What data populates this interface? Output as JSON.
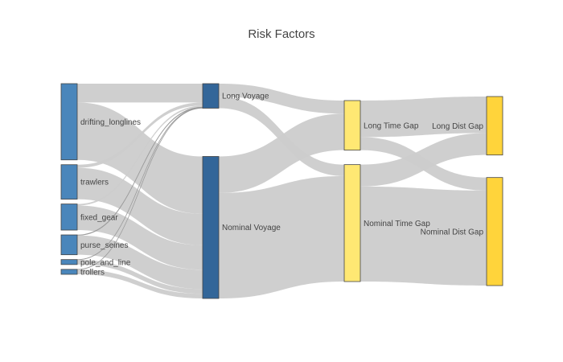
{
  "chart_data": {
    "type": "sankey",
    "title": "Risk Factors",
    "columns": [
      [
        "drifting_longlines",
        "trawlers",
        "fixed_gear",
        "purse_seines",
        "pole_and_line",
        "trollers"
      ],
      [
        "Long Voyage",
        "Nominal Voyage"
      ],
      [
        "Long Time Gap",
        "Nominal Time Gap"
      ],
      [
        "Long Dist Gap",
        "Nominal Dist Gap"
      ]
    ],
    "nodes": [
      {
        "name": "drifting_longlines",
        "color": "#4a86bb"
      },
      {
        "name": "trawlers",
        "color": "#4a86bb"
      },
      {
        "name": "fixed_gear",
        "color": "#4a86bb"
      },
      {
        "name": "purse_seines",
        "color": "#4a86bb"
      },
      {
        "name": "pole_and_line",
        "color": "#4a86bb"
      },
      {
        "name": "trollers",
        "color": "#4a86bb"
      },
      {
        "name": "Long Voyage",
        "color": "#336699"
      },
      {
        "name": "Nominal Voyage",
        "color": "#336699"
      },
      {
        "name": "Long Time Gap",
        "color": "#ffe873"
      },
      {
        "name": "Nominal Time Gap",
        "color": "#ffe873"
      },
      {
        "name": "Long Dist Gap",
        "color": "#ffd43b"
      },
      {
        "name": "Nominal Dist Gap",
        "color": "#ffd43b"
      }
    ],
    "links": [
      {
        "source": "drifting_longlines",
        "target": "Long Voyage",
        "value": 36
      },
      {
        "source": "drifting_longlines",
        "target": "Nominal Voyage",
        "value": 110
      },
      {
        "source": "trawlers",
        "target": "Long Voyage",
        "value": 6
      },
      {
        "source": "trawlers",
        "target": "Nominal Voyage",
        "value": 60
      },
      {
        "source": "fixed_gear",
        "target": "Long Voyage",
        "value": 3
      },
      {
        "source": "fixed_gear",
        "target": "Nominal Voyage",
        "value": 47
      },
      {
        "source": "purse_seines",
        "target": "Long Voyage",
        "value": 1
      },
      {
        "source": "purse_seines",
        "target": "Nominal Voyage",
        "value": 37
      },
      {
        "source": "pole_and_line",
        "target": "Long Voyage",
        "value": 0.5
      },
      {
        "source": "pole_and_line",
        "target": "Nominal Voyage",
        "value": 9
      },
      {
        "source": "trollers",
        "target": "Long Voyage",
        "value": 0.5
      },
      {
        "source": "trollers",
        "target": "Nominal Voyage",
        "value": 9
      },
      {
        "source": "Long Voyage",
        "target": "Long Time Gap",
        "value": 25
      },
      {
        "source": "Long Voyage",
        "target": "Nominal Time Gap",
        "value": 22
      },
      {
        "source": "Nominal Voyage",
        "target": "Long Time Gap",
        "value": 70
      },
      {
        "source": "Nominal Voyage",
        "target": "Nominal Time Gap",
        "value": 202
      },
      {
        "source": "Long Time Gap",
        "target": "Long Dist Gap",
        "value": 70
      },
      {
        "source": "Long Time Gap",
        "target": "Nominal Dist Gap",
        "value": 25
      },
      {
        "source": "Nominal Time Gap",
        "target": "Long Dist Gap",
        "value": 42
      },
      {
        "source": "Nominal Time Gap",
        "target": "Nominal Dist Gap",
        "value": 182
      }
    ]
  }
}
